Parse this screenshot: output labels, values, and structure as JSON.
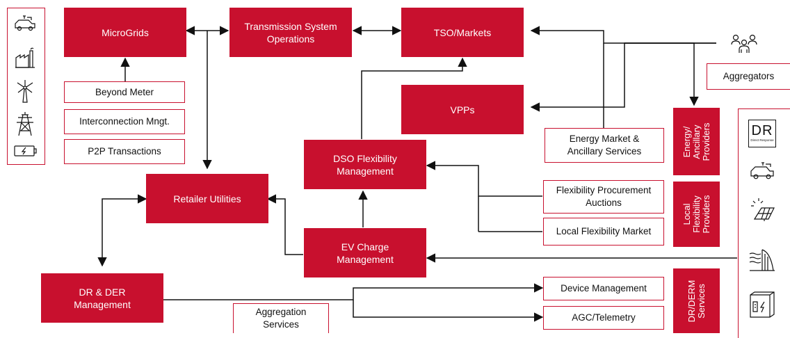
{
  "nodes": {
    "microgrids": "MicroGrids",
    "transmission": "Transmission System\nOperations",
    "tso_markets": "TSO/Markets",
    "beyond_meter": "Beyond Meter",
    "interconnection": "Interconnection Mngt.",
    "p2p": "P2P Transactions",
    "vpps": "VPPs",
    "aggregators": "Aggregators",
    "energy_market": "Energy Market &\nAncillary Services",
    "dso_flex": "DSO Flexibility\nManagement",
    "retailer": "Retailer Utilities",
    "flex_auctions": "Flexibility Procurement\nAuctions",
    "local_flex_market": "Local Flexibility Market",
    "ev_charge": "EV Charge\nManagement",
    "dr_der": "DR & DER\nManagement",
    "device_mgmt": "Device Management",
    "agc": "AGC/Telemetry",
    "aggregation_services": "Aggregation\nServices",
    "energy_ancillary_providers": "Energy/\nAncillary\nProviders",
    "local_flex_providers": "Local\nFlexibility\nProviders",
    "dr_derm_services": "DR/DERM\nServices"
  },
  "dr_icon": {
    "big": "DR",
    "small": "Direct Response"
  },
  "left_panel_icons": [
    "ev-car-icon",
    "factory-icon",
    "wind-turbine-icon",
    "transmission-tower-icon",
    "battery-icon"
  ],
  "right_panel_icons": [
    "dr-icon",
    "ev-car-icon",
    "solar-panel-icon",
    "hydro-dam-icon",
    "energy-storage-icon"
  ],
  "accent_color": "#c8102e"
}
